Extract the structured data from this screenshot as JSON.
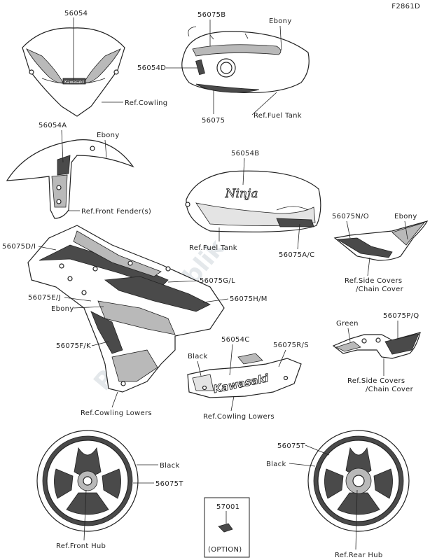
{
  "figure_id": "F2861D",
  "watermark": "PartsRepublik",
  "labels": {
    "p56054": "56054",
    "p56075B": "56075B",
    "ebony_tank": "Ebony",
    "p56054D": "56054D",
    "ref_cowling": "Ref.Cowling",
    "p56075": "56075",
    "ref_fuel_tank_1": "Ref.Fuel Tank",
    "p56054A": "56054A",
    "ebony_fender": "Ebony",
    "ref_front_fender": "Ref.Front Fender(s)",
    "p56054B": "56054B",
    "ref_fuel_tank_2": "Ref.Fuel Tank",
    "p56075AC": "56075A/C",
    "p56075NO": "56075N/O",
    "ebony_side": "Ebony",
    "ref_side_covers_1a": "Ref.Side Covers",
    "ref_side_covers_1b": "/Chain Cover",
    "p56075DI": "56075D/I",
    "p56075GL": "56075G/L",
    "p56075EJ": "56075E/J",
    "p56075HM": "56075H/M",
    "ebony_cowl": "Ebony",
    "p56075FK": "56075F/K",
    "green": "Green",
    "p56075PQ": "56075P/Q",
    "p56054C": "56054C",
    "p56075RS": "56075R/S",
    "black_lower": "Black",
    "ref_side_covers_2a": "Ref.Side Covers",
    "ref_side_covers_2b": "/Chain Cover",
    "ref_cowling_lowers_1": "Ref.Cowling Lowers",
    "ref_cowling_lowers_2": "Ref.Cowling Lowers",
    "black_front": "Black",
    "p56075T_front": "56075T",
    "p56075T_rear": "56075T",
    "black_rear": "Black",
    "p57001": "57001",
    "option": "(OPTION)",
    "ref_front_hub": "Ref.Front Hub",
    "ref_rear_hub": "Ref.Rear Hub",
    "logo_ninja": "Ninja",
    "logo_kawasaki": "Kawasaki",
    "logo_kawasaki_small": "Kawasaki"
  }
}
